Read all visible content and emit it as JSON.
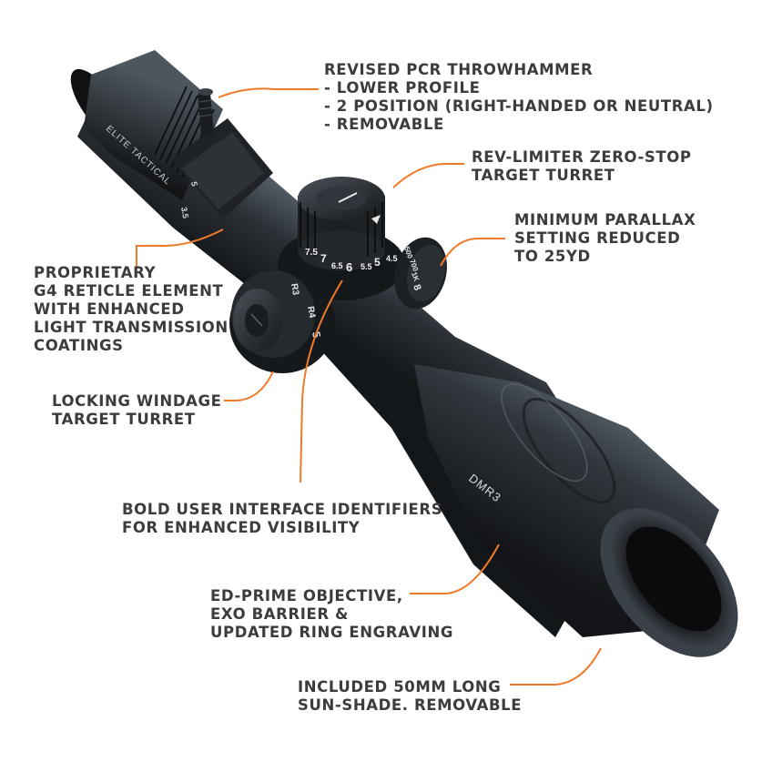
{
  "product": {
    "brand_text": "ELITE TACTICAL",
    "model_text": "DMR3"
  },
  "turret_marks": {
    "power_ring": [
      "7.5",
      "7",
      "6.5",
      "6",
      "5.5",
      "5",
      "4.5"
    ],
    "power_side": [
      "3.5",
      "5"
    ],
    "windage": [
      "R3",
      "R4",
      "5"
    ],
    "parallax": [
      "500",
      "700",
      "1K",
      "8"
    ]
  },
  "callouts": [
    {
      "id": "throwhammer",
      "lines": [
        "REVISED PCR THROWHAMMER",
        "- LOWER PROFILE",
        "- 2 POSITION (RIGHT-HANDED OR NEUTRAL)",
        "- REMOVABLE"
      ]
    },
    {
      "id": "zero-stop",
      "lines": [
        "REV-LIMITER ZERO-STOP",
        "TARGET TURRET"
      ]
    },
    {
      "id": "parallax",
      "lines": [
        "MINIMUM PARALLAX",
        "SETTING REDUCED",
        "TO 25YD"
      ]
    },
    {
      "id": "reticle",
      "lines": [
        "PROPRIETARY",
        "G4 RETICLE ELEMENT",
        "WITH ENHANCED",
        "LIGHT TRANSMISSION",
        "COATINGS"
      ]
    },
    {
      "id": "windage",
      "lines": [
        "LOCKING WINDAGE",
        "TARGET TURRET"
      ]
    },
    {
      "id": "interface",
      "lines": [
        "BOLD USER INTERFACE IDENTIFIERS",
        "FOR ENHANCED VISIBILITY"
      ]
    },
    {
      "id": "objective",
      "lines": [
        "ED-PRIME OBJECTIVE,",
        "EXO BARRIER &",
        "UPDATED RING ENGRAVING"
      ]
    },
    {
      "id": "sunshade",
      "lines": [
        "INCLUDED 50mm LONG",
        "SUN-SHADE. REMOVABLE"
      ]
    }
  ],
  "colors": {
    "leader_line": "#f07a2a",
    "text": "#3c3c3c",
    "scope_dark": "#1b1e22",
    "scope_mid": "#2e3338",
    "scope_light": "#4a5158"
  }
}
